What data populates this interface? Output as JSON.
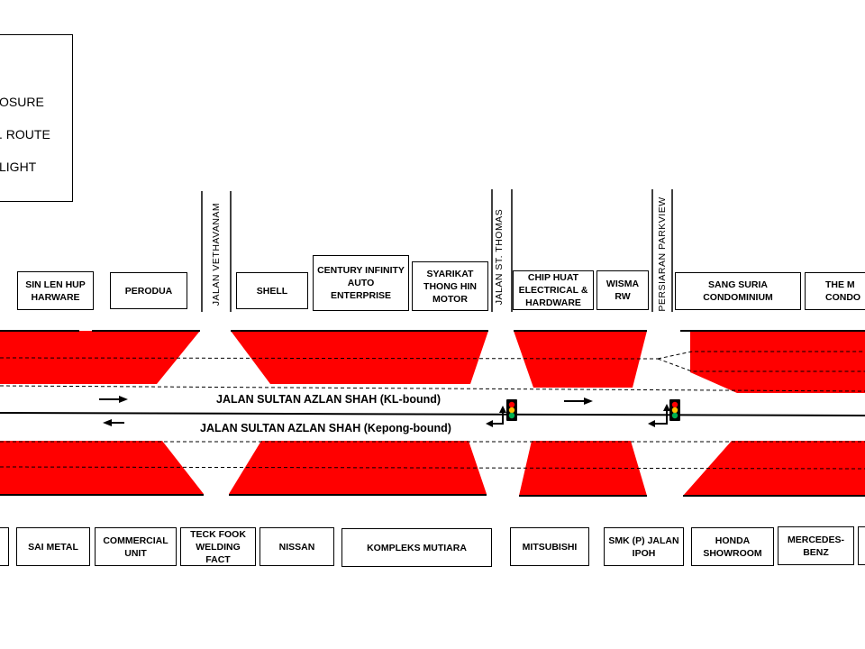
{
  "legend": {
    "items": [
      "OSURE",
      ". ROUTE",
      "LIGHT"
    ]
  },
  "roads": {
    "kl_bound": "JALAN SULTAN AZLAN SHAH (KL-bound)",
    "kepong_bound": "JALAN SULTAN AZLAN SHAH (Kepong-bound)",
    "side_roads": [
      "JALAN  VETHAVANAM",
      "JALAN  ST. THOMAS",
      "PERSIARAN  PARKVIEW"
    ]
  },
  "top_buildings": [
    "SIN LEN HUP HARWARE",
    "PERODUA",
    "SHELL",
    "CENTURY INFINITY AUTO ENTERPRISE",
    "SYARIKAT THONG HIN MOTOR",
    "CHIP HUAT ELECTRICAL & HARDWARE",
    "WISMA RW",
    "SANG SURIA CONDOMINIUM",
    "THE M CONDO"
  ],
  "bottom_buildings": [
    "SAI METAL",
    "COMMERCIAL UNIT",
    "TECK FOOK WELDING FACT",
    "NISSAN",
    "KOMPLEKS MUTIARA",
    "MITSUBISHI",
    "SMK (P) JALAN IPOH",
    "HONDA SHOWROOM",
    "MERCEDES-BENZ"
  ],
  "colors": {
    "closure": "#ff0000",
    "road_line": "#000000",
    "signal_red": "#ff0000",
    "signal_amber": "#ffc000",
    "signal_green": "#00b050"
  }
}
